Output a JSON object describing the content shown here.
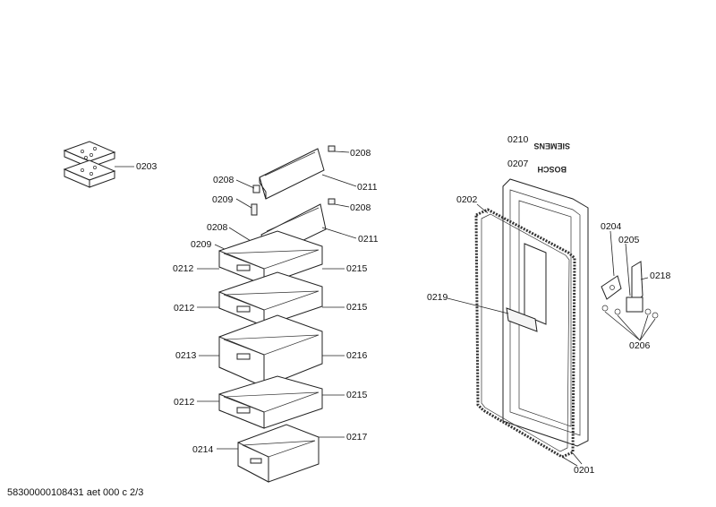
{
  "footer": "58300000108431 aet 000 c 2/3",
  "brand_marks": {
    "upper": "SIEMENS",
    "lower": "BOSCH"
  },
  "labels": {
    "l0203": "0203",
    "l0208a": "0208",
    "l0211a": "0211",
    "l0208b": "0208",
    "l0209a": "0209",
    "l0208c": "0208",
    "l0208d": "0208",
    "l0211b": "0211",
    "l0209b": "0209",
    "l0212a": "0212",
    "l0215a": "0215",
    "l0212b": "0212",
    "l0215b": "0215",
    "l0213": "0213",
    "l0216": "0216",
    "l0212c": "0212",
    "l0215c": "0215",
    "l0214": "0214",
    "l0217": "0217",
    "l0210": "0210",
    "l0207": "0207",
    "l0202": "0202",
    "l0219": "0219",
    "l0204": "0204",
    "l0205": "0205",
    "l0218": "0218",
    "l0206": "0206",
    "l0201": "0201"
  }
}
